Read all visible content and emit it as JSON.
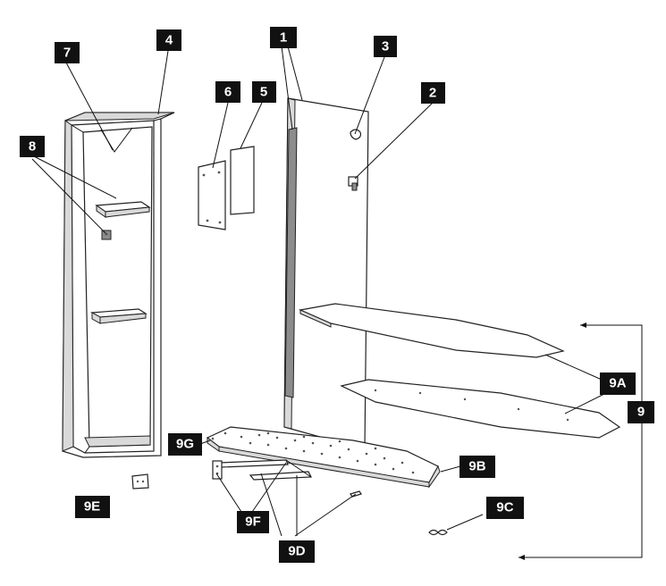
{
  "diagram": {
    "callouts": {
      "c1": "1",
      "c2": "2",
      "c3": "3",
      "c4": "4",
      "c5": "5",
      "c6": "6",
      "c7": "7",
      "c8": "8",
      "c9": "9",
      "c9A": "9A",
      "c9B": "9B",
      "c9C": "9C",
      "c9D": "9D",
      "c9E": "9E",
      "c9F": "9F",
      "c9G": "9G"
    }
  }
}
